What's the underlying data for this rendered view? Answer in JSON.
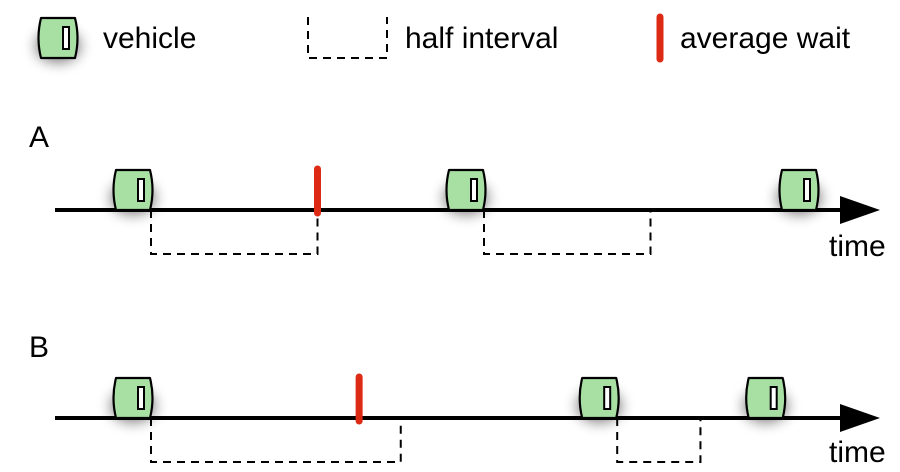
{
  "legend": {
    "vehicle_label": "vehicle",
    "half_interval_label": "half interval",
    "average_wait_label": "average wait"
  },
  "timelines": [
    {
      "label": "A",
      "axis_label": "time",
      "vehicles": [
        0,
        1,
        2
      ],
      "half_intervals": [
        [
          0,
          0.5
        ],
        [
          1,
          1.5
        ]
      ],
      "average_wait": 0.5
    },
    {
      "label": "B",
      "axis_label": "time",
      "vehicles": [
        0,
        1.4,
        1.9
      ],
      "half_intervals": [
        [
          0,
          0.75
        ],
        [
          1.4,
          1.65
        ]
      ],
      "average_wait": 0.625
    }
  ],
  "colors": {
    "vehicle_fill": "#a8e0a4",
    "vehicle_stroke": "#000000",
    "average_wait": "#dd2a14",
    "axis": "#000000",
    "half_interval": "#000000"
  },
  "icons": {
    "vehicle": "vehicle-icon",
    "half_interval": "half-interval-bracket-icon",
    "average_wait": "average-wait-marker-icon"
  }
}
